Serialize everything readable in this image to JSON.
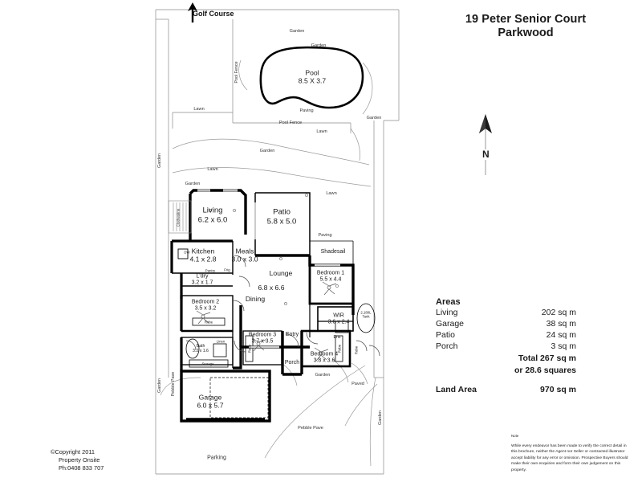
{
  "title": {
    "line1": "19 Peter Senior Court",
    "line2": "Parkwood"
  },
  "compass": {
    "label": "N",
    "icon": "north-arrow-icon"
  },
  "areas": {
    "heading": "Areas",
    "rows": [
      {
        "label": "Living",
        "value": "202 sq m"
      },
      {
        "label": "Garage",
        "value": "38 sq m"
      },
      {
        "label": "Patio",
        "value": "24 sq m"
      },
      {
        "label": "Porch",
        "value": "3 sq m"
      }
    ],
    "total": "Total 267 sq m",
    "total_squares": "or   28.6 squares",
    "land_label": "Land Area",
    "land_value": "970 sq m"
  },
  "note": {
    "heading": "Note",
    "body": "While every endeavor has been made to verify the correct detail in this brochure, neither the Agent nor Seller or contracted illustrator accept liability for any error or omission. Prospective Buyers should make their own enquiries and form their own judgement on this property."
  },
  "copyright": {
    "line1": "©Copyright 2011",
    "line2": "Property Onsite",
    "line3": "Ph:0408 833 707"
  },
  "rooms": [
    {
      "name": "Living",
      "dim": "6.2 x 6.0"
    },
    {
      "name": "Patio",
      "dim": "5.8 x 5.0"
    },
    {
      "name": "Kitchen",
      "dim": "4.1 x 2.8"
    },
    {
      "name": "Meals",
      "dim": "3.0 x 3.0"
    },
    {
      "name": "Lounge",
      "dim": "6.8 x 6.6"
    },
    {
      "name": "Dining",
      "dim": ""
    },
    {
      "name": "L'dry",
      "dim": "3.2 x 1.7"
    },
    {
      "name": "Bedroom 2",
      "dim": "3.5 x 3.2"
    },
    {
      "name": "Bedroom 1",
      "dim": "5.5 x 4.4"
    },
    {
      "name": "Bedroom 3",
      "dim": "3.7 x 3.5"
    },
    {
      "name": "Bedroom 4",
      "dim": "3.8 x 3.6"
    },
    {
      "name": "Bath",
      "dim": "3.2 x 1.6"
    },
    {
      "name": "WIR",
      "dim": "3.6 x 2.4"
    },
    {
      "name": "Ens",
      "dim": ""
    },
    {
      "name": "Garage",
      "dim": "6.0 x 5.7"
    },
    {
      "name": "Entry",
      "dim": ""
    },
    {
      "name": "Porch",
      "dim": ""
    },
    {
      "name": "Pool",
      "dim": "8.5 X 3.7"
    }
  ],
  "room_labels": {
    "living_name": "Living",
    "living_dim": "6.2 x 6.0",
    "patio_name": "Patio",
    "patio_dim": "5.8 x 5.0",
    "kitchen_name": "Kitchen",
    "kitchen_dim": "4.1 x 2.8",
    "meals_name": "Meals",
    "meals_dim": "3.0 x 3.0",
    "lounge_name": "Lounge",
    "lounge_dim": "6.8 x 6.6",
    "dining_name": "Dining",
    "laundry_name": "L'dry",
    "laundry_dim": "3.2 x 1.7",
    "bed2_name": "Bedroom 2",
    "bed2_dim": "3.5 x 3.2",
    "bed1_name": "Bedroom 1",
    "bed1_dim": "5.5 x 4.4",
    "bed3_name": "Bedroom 3",
    "bed3_dim": "3.7 x 3.5",
    "bed4_name": "Bedroom 4",
    "bed4_dim": "3.8 x 3.6",
    "bath_name": "Bath",
    "bath_dim": "3.2 x 1.6",
    "wir_name": "WIR",
    "wir_dim": "3.6 x 2.4",
    "ens_name": "Ens",
    "garage_name": "Garage",
    "garage_dim": "6.0 x 5.7",
    "entry_name": "Entry",
    "porch_name": "Porch",
    "pool_name": "Pool",
    "pool_dim": "8.5 X 3.7",
    "shadesail": "Shadesail",
    "storage": "Storage",
    "robe1": "Robe",
    "robe2": "Robe",
    "robe3": "Robe",
    "robe4": "Robe",
    "linen": "Linen",
    "pantry": "Pantry",
    "frig": "Frig",
    "dw": "DW",
    "clothesline": "Clothesline",
    "tank": "2,180L\nTank",
    "tank_line1": "2,180L",
    "tank_line2": "Tank"
  },
  "site_labels": {
    "golf_course": "Golf Course",
    "garden_top1": "Garden",
    "garden_top2": "Garden",
    "garden_mid": "Garden",
    "garden_right1": "Garden",
    "garden_right2": "Garden",
    "garden_bottom": "Garden",
    "garden_left": "Garden",
    "garden_lowleft": "Garden",
    "garden_lowright": "Garden",
    "garden_below_pool": "Garden",
    "lawn1": "Lawn",
    "lawn2": "Lawn",
    "lawn3": "Lawn",
    "lawn4": "Lawn",
    "paving1": "Paving",
    "paving2": "Paving",
    "pool_fence_v": "Pool Fence",
    "pool_fence_h": "Pool Fence",
    "pebble_pave_v": "Pebble Pave",
    "pebble_pave_h": "Pebble Pave",
    "paved": "Paved",
    "parking": "Parking"
  },
  "colors": {
    "wall": "#000000",
    "thin_line": "#8a8a8a",
    "text": "#1a1a1a",
    "site_text": "#333333",
    "background": "#ffffff"
  }
}
